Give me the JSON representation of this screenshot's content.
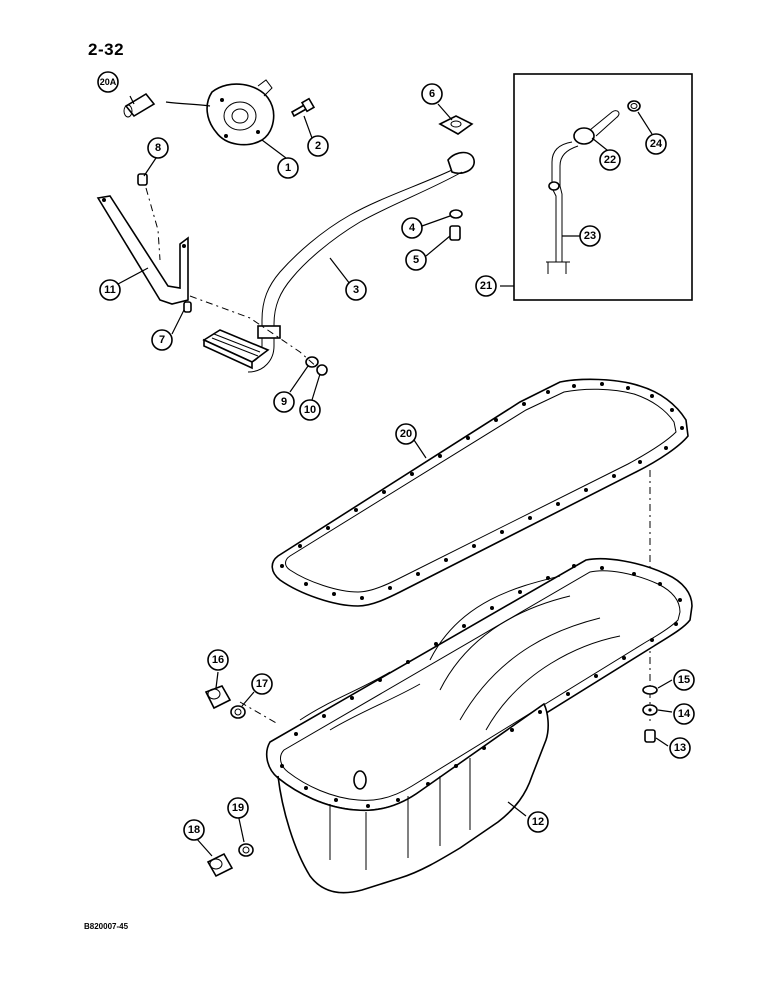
{
  "page": {
    "page_number": "2-32",
    "figure_code": "B820007-45"
  },
  "callouts": {
    "c1": "1",
    "c2": "2",
    "c3": "3",
    "c4": "4",
    "c5": "5",
    "c6": "6",
    "c7": "7",
    "c8": "8",
    "c9": "9",
    "c10": "10",
    "c11": "11",
    "c12": "12",
    "c13": "13",
    "c14": "14",
    "c15": "15",
    "c16": "16",
    "c17": "17",
    "c18": "18",
    "c19": "19",
    "c20": "20",
    "c20a": "20A",
    "c21": "21",
    "c22": "22",
    "c23": "23",
    "c24": "24"
  }
}
